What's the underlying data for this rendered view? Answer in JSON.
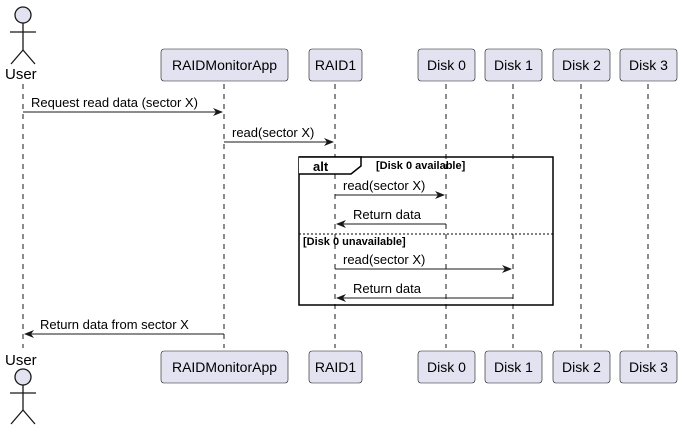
{
  "participants": {
    "user": "User",
    "app": "RAIDMonitorApp",
    "raid": "RAID1",
    "disk0": "Disk 0",
    "disk1": "Disk 1",
    "disk2": "Disk 2",
    "disk3": "Disk 3"
  },
  "messages": {
    "m1": "Request read data (sector X)",
    "m2": "read(sector X)",
    "m3": "read(sector X)",
    "m4": "Return data",
    "m5": "read(sector X)",
    "m6": "Return data",
    "m7": "Return data from sector X"
  },
  "alt": {
    "keyword": "alt",
    "guard1": "[Disk 0 available]",
    "guard2": "[Disk 0 unavailable]"
  },
  "colors": {
    "participant_fill": "#E2E2F0",
    "participant_stroke": "#181818",
    "actor_fill": "#E2E2F0",
    "line": "#181818"
  }
}
